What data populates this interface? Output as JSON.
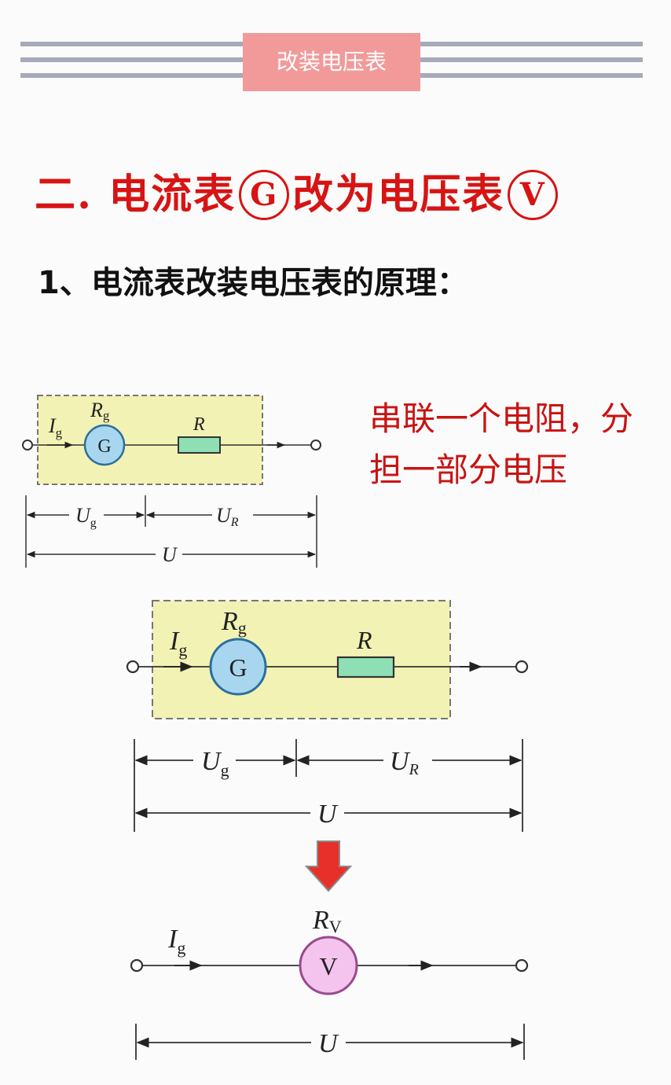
{
  "header": {
    "tag_label": "改装电压表"
  },
  "heading": {
    "part1": "二. 电流表",
    "g_symbol": "G",
    "part2": "改为电压表",
    "v_symbol": "V"
  },
  "subheading": "1、电流表改装电压表的原理：",
  "note": "串联一个电阻，分担一部分电压",
  "diagram": {
    "current_label": "I",
    "current_sub": "g",
    "galvanometer_resistance": "R",
    "galvanometer_resistance_sub": "g",
    "galvanometer_symbol": "G",
    "resistor_label": "R",
    "voltage_g": "U",
    "voltage_g_sub": "g",
    "voltage_r": "U",
    "voltage_r_sub": "R",
    "voltage_total": "U",
    "voltmeter_resistance": "R",
    "voltmeter_resistance_sub": "V",
    "voltmeter_symbol": "V"
  },
  "colors": {
    "accent": "#d71414",
    "tag_bg": "#f29a9a",
    "box_fill": "#f2f2b4",
    "galvanometer": "#a9d6ef",
    "resistor": "#8ee0b4",
    "voltmeter": "#f4c4ef",
    "arrow": "#e8302a"
  }
}
